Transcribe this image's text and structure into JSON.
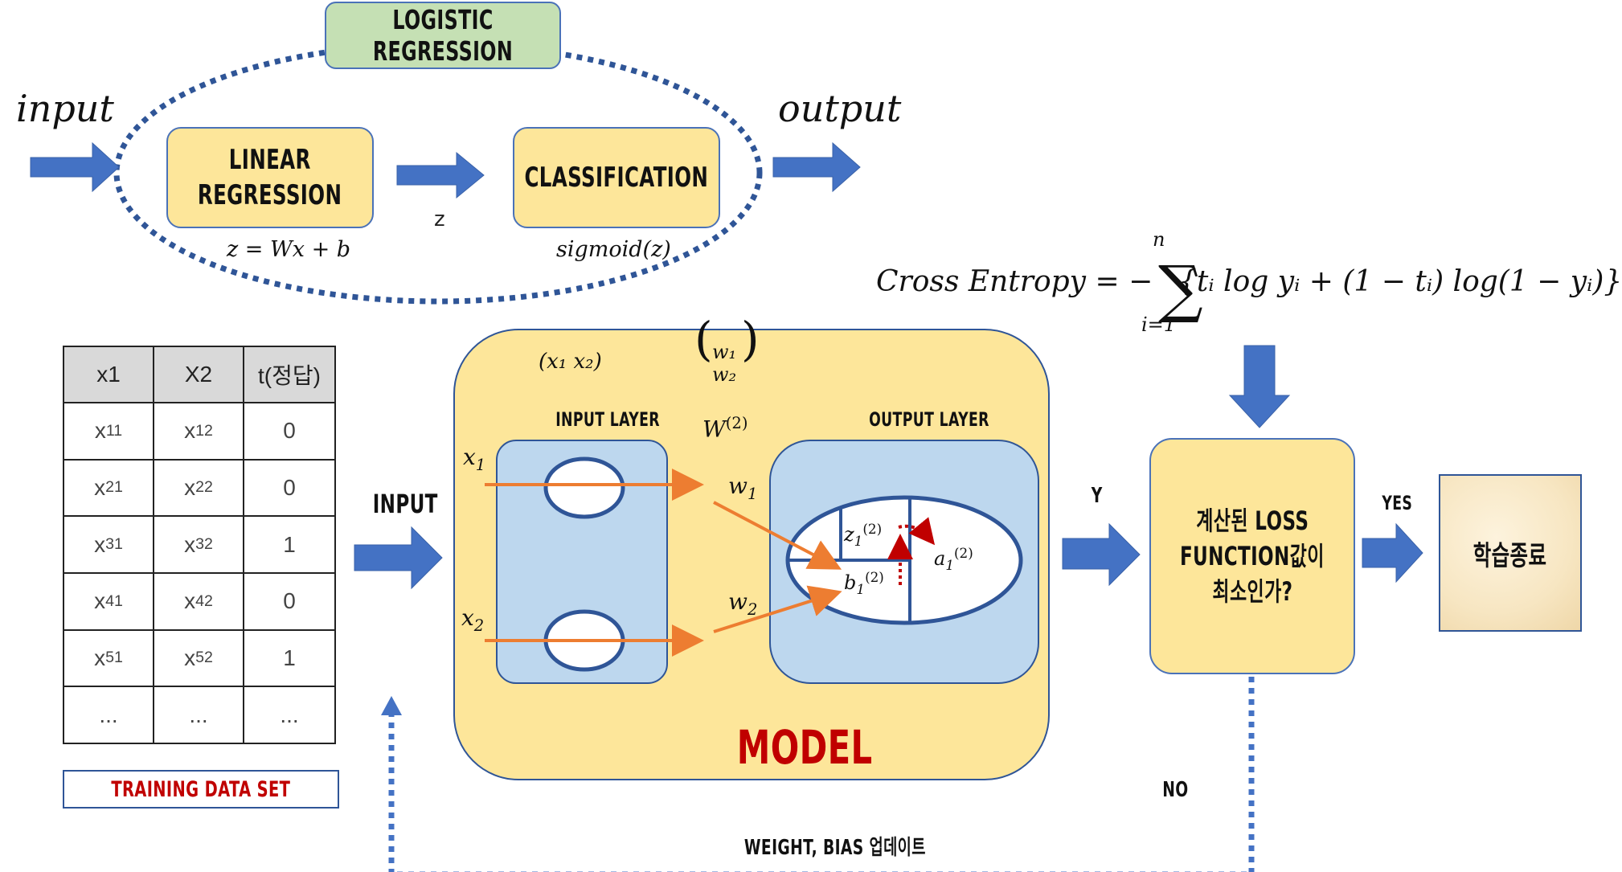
{
  "colors": {
    "box_fill": "#fde69a",
    "box_border": "#4a72b8",
    "layer_fill": "#bdd7ee",
    "arrow_blue": "#4472c4",
    "orange": "#ed7d31",
    "red": "#c00000",
    "green_fill": "#c5e0b4"
  },
  "logistic": {
    "title": "LOGISTIC REGRESSION",
    "input_label": "input",
    "output_label": "output",
    "linear_box": [
      "LINEAR",
      "REGRESSION"
    ],
    "linear_formula": "z = Wx + b",
    "arrow_label": "z",
    "classification_box": "CLASSIFICATION",
    "classification_formula": "sigmoid(z)"
  },
  "cross_entropy": {
    "left": "Cross Entropy = −",
    "sum_top": "n",
    "sum_bottom": "i=1",
    "sum_symbol": "∑",
    "body": "{tᵢ log yᵢ + (1 − tᵢ) log(1 − yᵢ)}"
  },
  "table": {
    "headers": [
      "x1",
      "X2",
      "t(정답)"
    ],
    "rows": [
      [
        [
          "x",
          "11"
        ],
        [
          "x",
          "12"
        ],
        [
          "0",
          ""
        ]
      ],
      [
        [
          "x",
          "21"
        ],
        [
          "x",
          "22"
        ],
        [
          "0",
          ""
        ]
      ],
      [
        [
          "x",
          "31"
        ],
        [
          "x",
          "32"
        ],
        [
          "1",
          ""
        ]
      ],
      [
        [
          "x",
          "41"
        ],
        [
          "x",
          "42"
        ],
        [
          "0",
          ""
        ]
      ],
      [
        [
          "x",
          "51"
        ],
        [
          "x",
          "52"
        ],
        [
          "1",
          ""
        ]
      ],
      [
        [
          "...",
          ""
        ],
        [
          "...",
          ""
        ],
        [
          "...",
          ""
        ]
      ]
    ],
    "caption": "TRAINING DATA SET"
  },
  "model": {
    "input_arrow_label": "INPUT",
    "title": "MODEL",
    "input_layer": "INPUT LAYER",
    "output_layer": "OUTPUT LAYER",
    "x_vector": "(x₁   x₂)",
    "w_vector": [
      "w₁",
      "w₂"
    ],
    "weight_matrix": "W",
    "weight_matrix_sup": "(2)",
    "x1": "x",
    "x1_sub": "1",
    "x2": "x",
    "x2_sub": "2",
    "w1": "w",
    "w1_sub": "1",
    "w2": "w",
    "w2_sub": "2",
    "z_node": [
      "z",
      "1",
      "(2)"
    ],
    "b_node": [
      "b",
      "1",
      "(2)"
    ],
    "a_node": [
      "a",
      "1",
      "(2)"
    ]
  },
  "flow": {
    "y_label": "Y",
    "decision": [
      "계산된 LOSS",
      "FUNCTION값이",
      "최소인가?"
    ],
    "yes_label": "YES",
    "end_box": "학습종료",
    "no_label": "NO",
    "update_label": "WEIGHT, BIAS 업데이트"
  }
}
